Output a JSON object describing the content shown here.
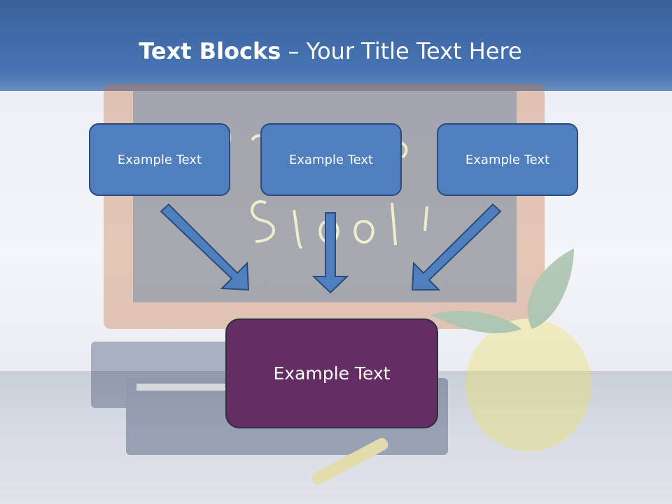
{
  "title": {
    "strong": "Text Blocks",
    "dash": " – ",
    "rest": "Your Title Text Here"
  },
  "blocks": [
    {
      "text": "Example Text"
    },
    {
      "text": "Example Text"
    },
    {
      "text": "Example Text"
    }
  ],
  "target": {
    "text": "Example Text"
  },
  "colors": {
    "header_blue": "#3a629b",
    "box_blue": "#4f7fbf",
    "box_border": "#2c4b78",
    "box_purple": "#642d64",
    "arrow_fill": "#4f7fbf"
  }
}
